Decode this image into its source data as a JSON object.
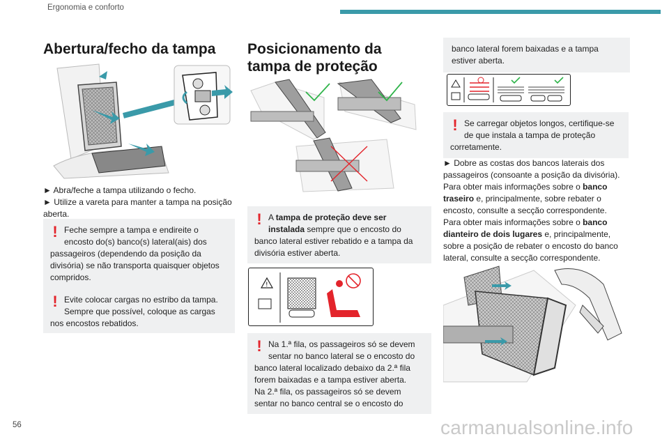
{
  "header": {
    "section": "Ergonomia e conforto"
  },
  "page_number": "56",
  "watermark": "carmanualsonline.info",
  "colors": {
    "accent": "#3a9aa9",
    "warning": "#e3242b",
    "check": "#2fb44a",
    "box_bg": "#eff0f1"
  },
  "col1": {
    "title": "Abertura/fecho da tampa",
    "bullets": [
      "► Abra/feche a tampa utilizando o fecho.",
      "► Utilize a vareta para manter a tampa na posição aberta."
    ],
    "warn1": "Feche sempre a tampa e endireite o encosto do(s) banco(s) lateral(ais) dos passageiros (dependendo da posição da divisória) se não transporta quaisquer objetos compridos.",
    "warn2": "Evite colocar cargas no estribo da tampa. Sempre que possível, coloque as cargas nos encostos rebatidos."
  },
  "col2": {
    "title": "Posicionamento da tampa de proteção",
    "warn1_prefix": "A ",
    "warn1_bold": "tampa de proteção deve ser instalada",
    "warn1_suffix": " sempre que o encosto do banco lateral estiver rebatido e a tampa da divisória estiver aberta.",
    "warn2_p1": "Na 1.ª fila, os passageiros só se devem sentar no banco lateral se o encosto do banco lateral localizado debaixo da 2.ª fila forem baixadas e a tampa estiver aberta.",
    "warn2_p2": "Na 2.ª fila, os passageiros só se devem sentar no banco central se o encosto do"
  },
  "col3": {
    "cont_text": "banco lateral forem baixadas e a tampa estiver aberta.",
    "warn": "Se carregar objetos longos, certifique-se de que instala a tampa de proteção corretamente.",
    "para1": "► Dobre as costas dos bancos laterais dos passageiros (consoante a posição da divisória).",
    "para2_a": "Para obter mais informações sobre o ",
    "para2_b": "banco traseiro",
    "para2_c": " e, principalmente, sobre rebater o encosto, consulte a secção correspondente.",
    "para3_a": "Para obter mais informações sobre o ",
    "para3_b": "banco dianteiro de dois lugares",
    "para3_c": " e, principalmente, sobre a posição de rebater o encosto do banco lateral, consulte a secção correspondente."
  }
}
